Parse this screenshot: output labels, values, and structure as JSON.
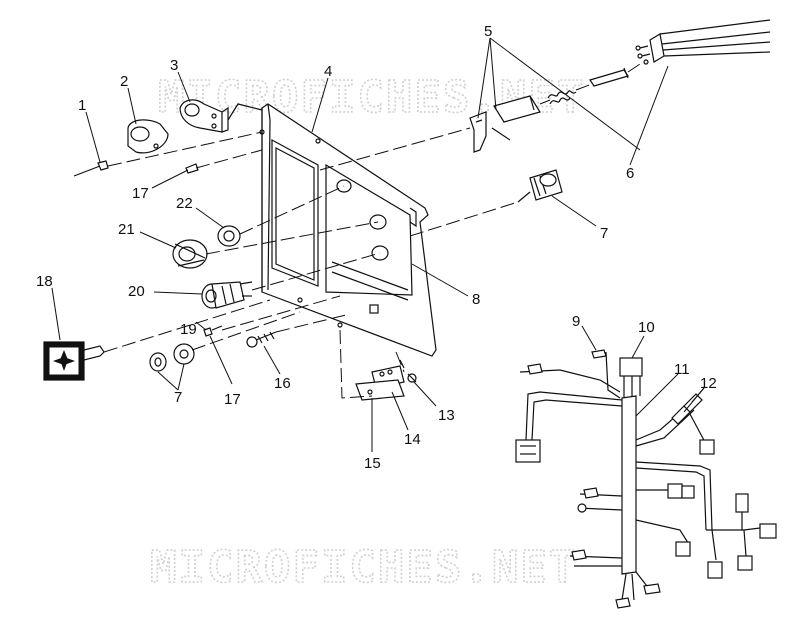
{
  "watermark": {
    "top_text": "MICROFICHES.NET",
    "bottom_text": "MICROFICHES.NET"
  },
  "callouts": {
    "c1": "1",
    "c2": "2",
    "c3": "3",
    "c4": "4",
    "c5": "5",
    "c6": "6",
    "c7a": "7",
    "c7b": "7",
    "c8": "8",
    "c9": "9",
    "c10": "10",
    "c11": "11",
    "c12": "12",
    "c13": "13",
    "c14": "14",
    "c15": "15",
    "c16": "16",
    "c17a": "17",
    "c17b": "17",
    "c18": "18",
    "c19": "19",
    "c20": "20",
    "c21": "21",
    "c22": "22"
  },
  "colors": {
    "line": "#111111",
    "watermark": "#d0d0d0",
    "background": "#ffffff"
  }
}
